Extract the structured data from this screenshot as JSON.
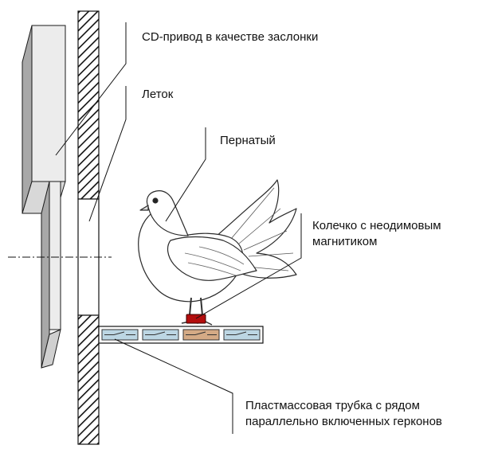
{
  "labels": {
    "cd_drive": "CD-привод в качестве заслонки",
    "entrance": "Леток",
    "bird": "Пернатый",
    "ring_line1": "Колечко с неодимовым",
    "ring_line2": "магнитиком",
    "tube_line1": "Пластмассовая трубка с рядом",
    "tube_line2": "параллельно включенных герконов"
  },
  "colors": {
    "line": "#1a1a1a",
    "cd_face": "#ececec",
    "cd_side": "#a8a8a8",
    "tube_fill": "#ffffff",
    "reed_normal": "#bcd6e3",
    "reed_active": "#d4aa85",
    "ring": "#b30d0d"
  },
  "reed_switches": [
    {
      "state": "open"
    },
    {
      "state": "open"
    },
    {
      "state": "active"
    },
    {
      "state": "open"
    }
  ]
}
